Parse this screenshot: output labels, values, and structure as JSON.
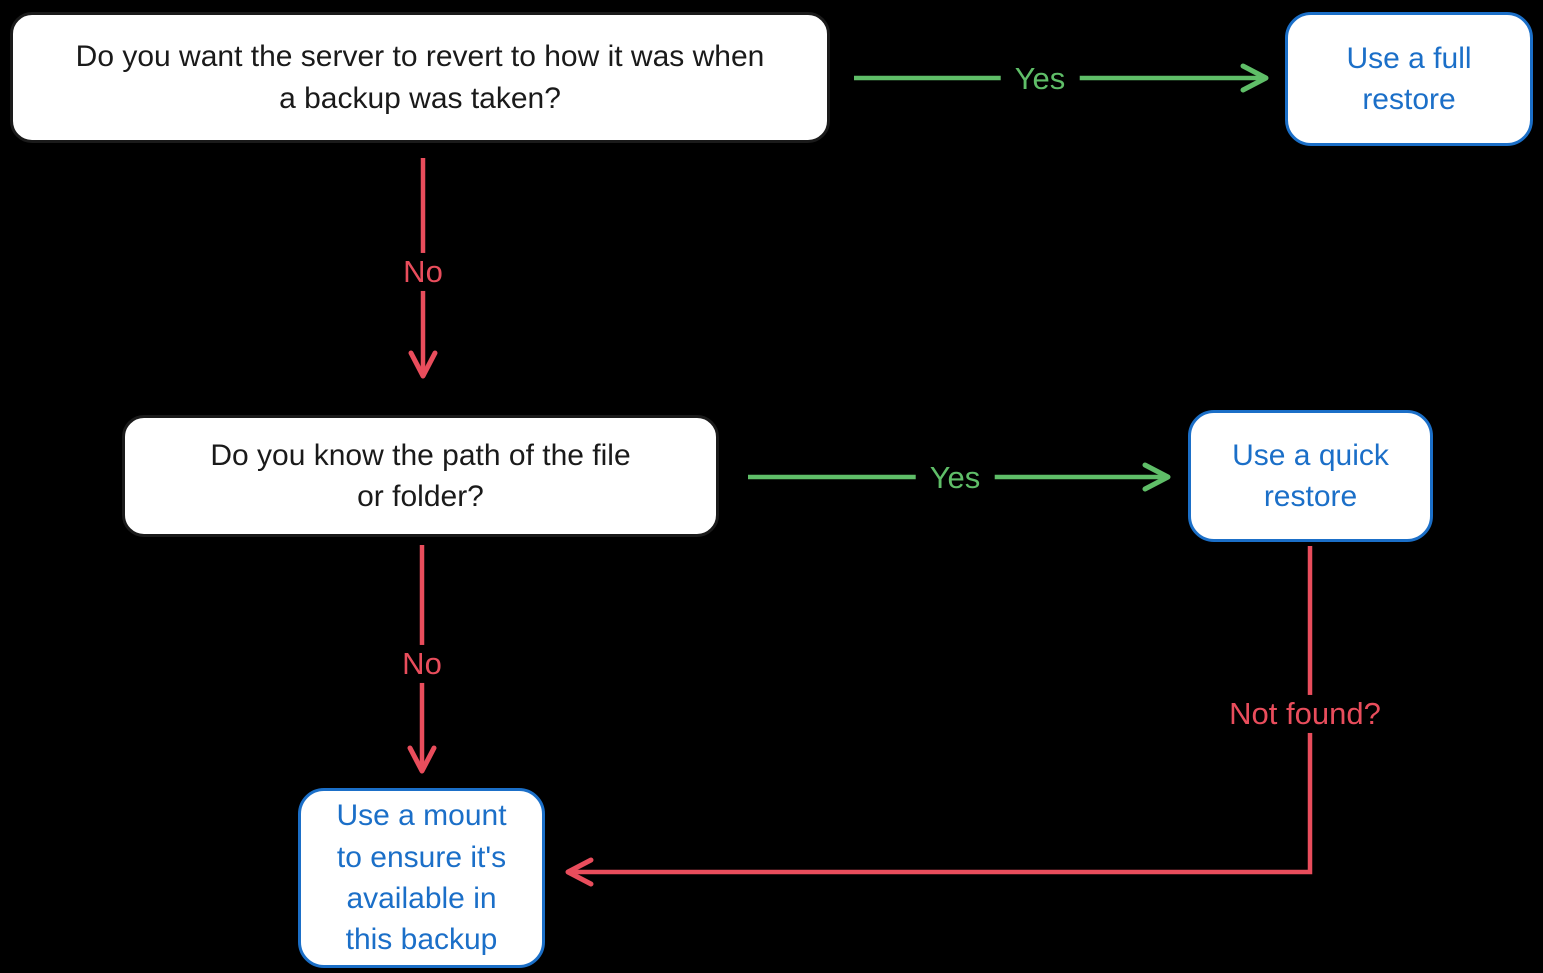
{
  "diagram": {
    "title": "Backup restore decision flowchart",
    "background": "#000000",
    "colors": {
      "node_fill": "#ffffff",
      "decision_border": "#1a1a1a",
      "decision_text": "#1a1a1a",
      "result_border": "#1b6fc8",
      "result_text": "#1b6fc8",
      "yes_edge": "#5fbe68",
      "no_edge": "#e94d5c"
    },
    "nodes": {
      "revert_question": {
        "type": "decision",
        "text": "Do you want the server to revert to how it was when a backup was taken?"
      },
      "full_restore": {
        "type": "result",
        "text": "Use a full restore"
      },
      "path_question": {
        "type": "decision",
        "text": "Do you know the path of the file or folder?"
      },
      "quick_restore": {
        "type": "result",
        "text": "Use a quick restore"
      },
      "mount": {
        "type": "result",
        "text": "Use a mount to ensure it's available in this backup"
      }
    },
    "edges": {
      "revert_yes": {
        "from": "revert_question",
        "to": "full_restore",
        "label": "Yes",
        "color": "#5fbe68"
      },
      "revert_no": {
        "from": "revert_question",
        "to": "path_question",
        "label": "No",
        "color": "#e94d5c"
      },
      "path_yes": {
        "from": "path_question",
        "to": "quick_restore",
        "label": "Yes",
        "color": "#5fbe68"
      },
      "path_no": {
        "from": "path_question",
        "to": "mount",
        "label": "No",
        "color": "#e94d5c"
      },
      "quick_not_found": {
        "from": "quick_restore",
        "to": "mount",
        "label": "Not found?",
        "color": "#e94d5c"
      }
    }
  }
}
